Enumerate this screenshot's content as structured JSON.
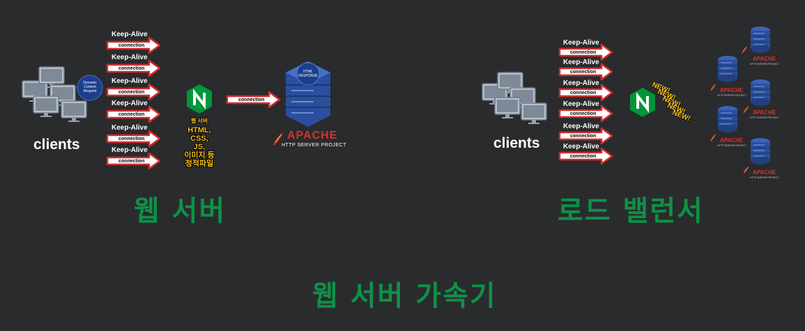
{
  "left_panel": {
    "clients_label": "clients",
    "bubble_text": "Dynamic Content Request",
    "keep_alive_label": "Keep-Alive",
    "connection_label": "connection",
    "nginx_caption_small": "웹 서버",
    "nginx_caption_lines": [
      "HTML,",
      "CSS,",
      "JS,",
      "이미지 등",
      "정적파일"
    ],
    "proxy_connection_label": "connection",
    "response_label": "HTML RESPONSE",
    "apache_name": "APACHE",
    "apache_subtitle": "HTTP SERVER PROJECT",
    "title": "웹 서버"
  },
  "right_panel": {
    "clients_label": "clients",
    "keep_alive_label": "Keep-Alive",
    "connection_label": "connection",
    "new_labels": [
      "NEW!",
      "NEW!",
      "NEW!",
      "NEW!",
      "NEW!"
    ],
    "apache_name": "APACHE",
    "apache_subtitle": "HTTP SERVER PROJECT",
    "title": "로드 밸런서"
  },
  "bottom_title": "웹 서버 가속기",
  "colors": {
    "background": "#2a2b2d",
    "title_green": "#0d9147",
    "arrow_red": "#d42b2b",
    "nginx_green": "#009639",
    "server_blue": "#2b4f9e",
    "apache_red": "#d0362c",
    "label_yellow": "#f5c01a"
  },
  "icons": [
    "computer-cluster-icon",
    "nginx-logo-icon",
    "server-stack-icon",
    "apache-feather-icon"
  ]
}
